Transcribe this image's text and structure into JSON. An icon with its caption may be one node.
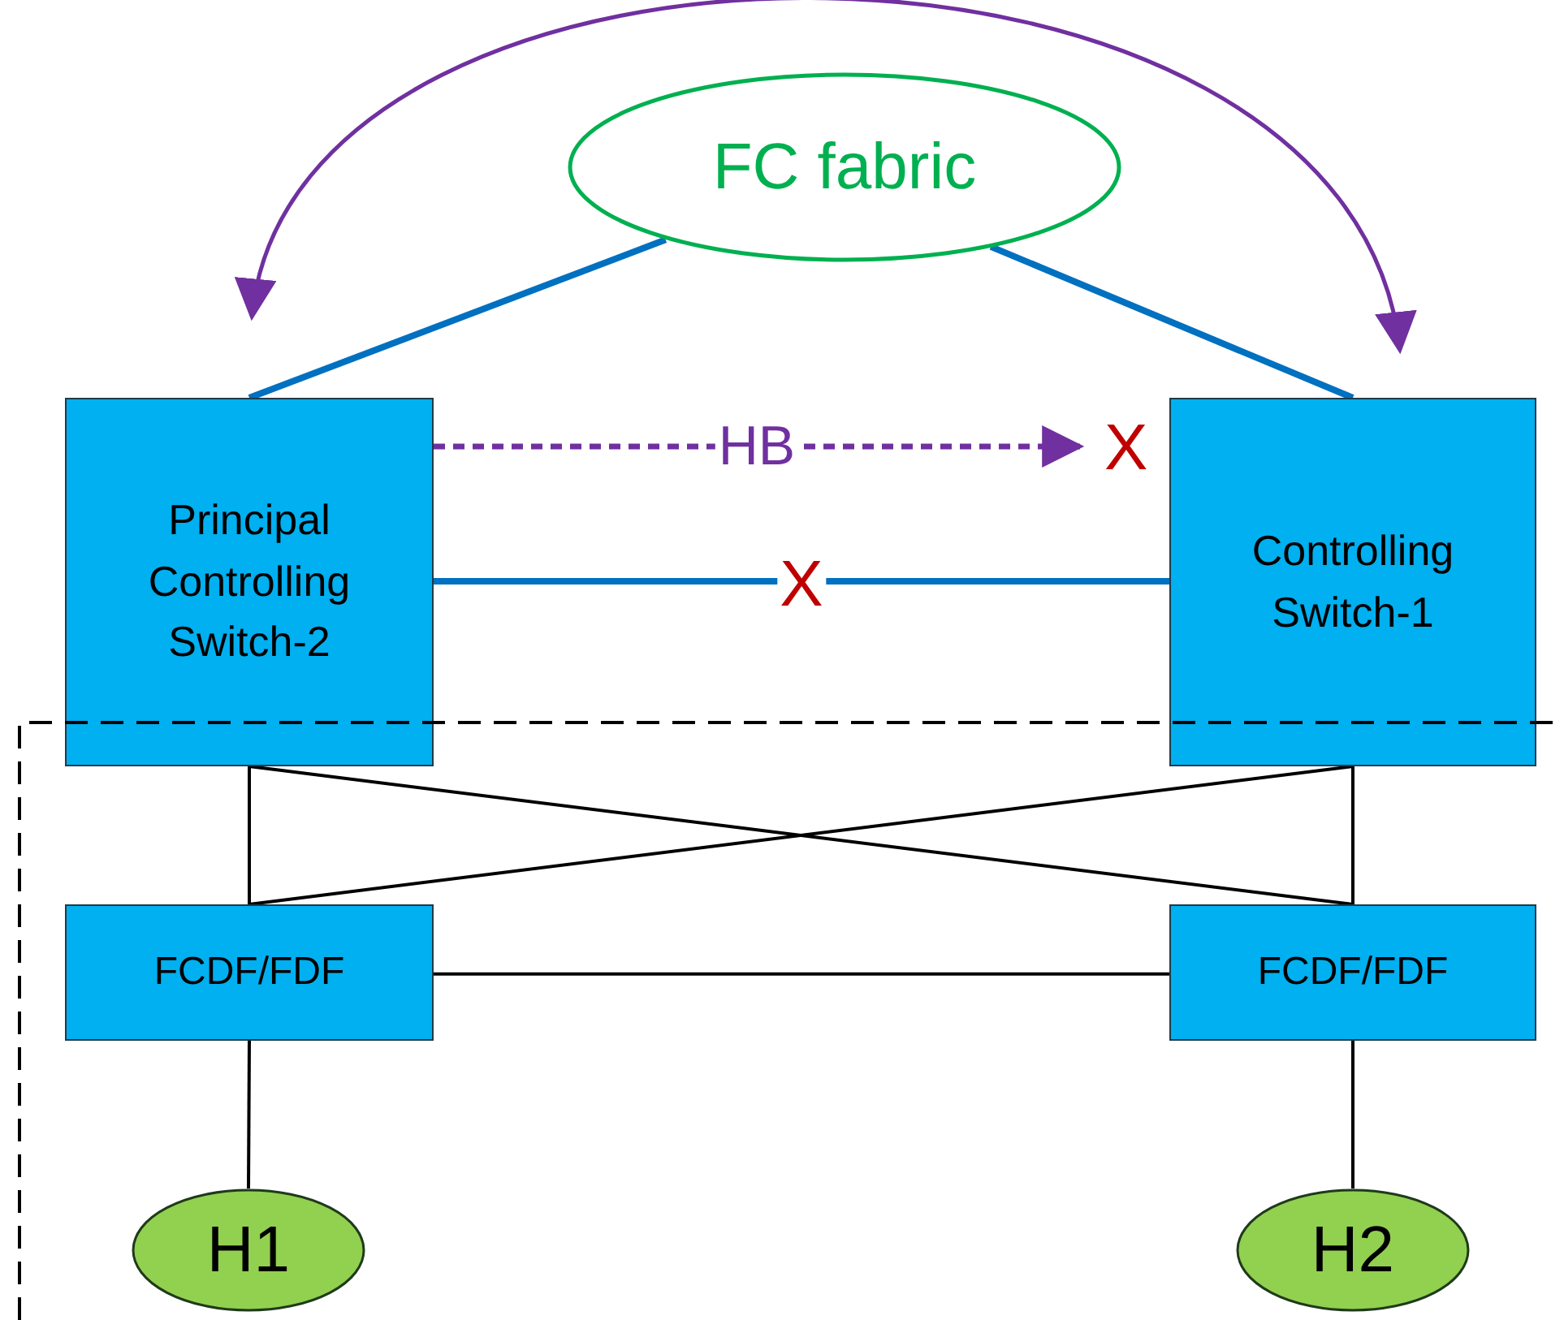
{
  "diagram": {
    "nodes": [
      {
        "text": [
          "FC fabric"
        ]
      },
      {
        "text": [
          "Principal Controlling Switch-2"
        ]
      },
      {
        "text": [
          "Controlling Switch-1"
        ]
      },
      {
        "text": [
          "FCDF/FDF"
        ]
      },
      {
        "text": [
          "FCDF/FDF"
        ]
      },
      {
        "text": [
          "H1"
        ]
      },
      {
        "text": [
          "H2"
        ]
      }
    ],
    "edges": [
      {
        "from": 0,
        "to": 1,
        "arrow": "none",
        "style": "thick",
        "color": "#0070c0"
      },
      {
        "from": 0,
        "to": 2,
        "arrow": "none",
        "style": "thick",
        "color": "#0070c0"
      },
      {
        "from": 1,
        "to": 2,
        "arrow": "both",
        "color": "#7030a0"
      },
      {
        "from": 1,
        "to": 2,
        "arrow": "to",
        "label": "HB",
        "style": "dashed",
        "color": "#7030a0"
      },
      {
        "from": 1,
        "to": 2,
        "arrow": "none",
        "label": "X",
        "style": "thick",
        "color": "#0070c0"
      },
      {
        "from": 1,
        "to": 3,
        "arrow": "none"
      },
      {
        "from": 1,
        "to": 4,
        "arrow": "none"
      },
      {
        "from": 2,
        "to": 3,
        "arrow": "none"
      },
      {
        "from": 2,
        "to": 4,
        "arrow": "none"
      },
      {
        "from": 3,
        "to": 4,
        "arrow": "none"
      },
      {
        "from": 3,
        "to": 5,
        "arrow": "none"
      },
      {
        "from": 4,
        "to": 6,
        "arrow": "none"
      }
    ],
    "labels": [
      "X"
    ]
  }
}
